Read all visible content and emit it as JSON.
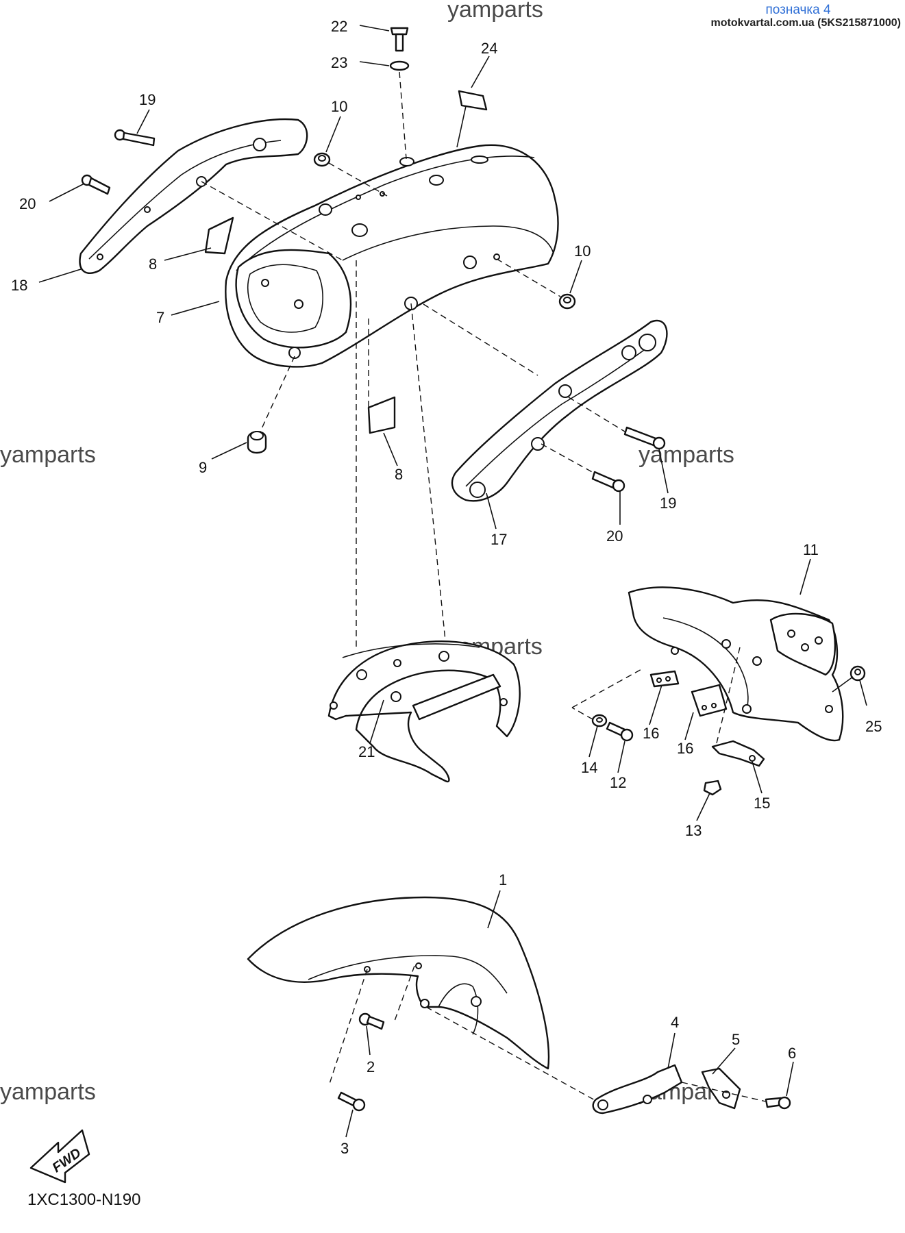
{
  "header": {
    "title": "позначка 4",
    "source": "motokvartal.com.ua (5KS215871000)"
  },
  "watermark": "yamparts",
  "diagram_code": "1XC1300-N190",
  "fwd_label": "FWD",
  "callouts": {
    "c1": "1",
    "c2": "2",
    "c3": "3",
    "c4": "4",
    "c5": "5",
    "c6": "6",
    "c7": "7",
    "c8a": "8",
    "c8b": "8",
    "c9": "9",
    "c10a": "10",
    "c10b": "10",
    "c11": "11",
    "c12": "12",
    "c13": "13",
    "c14": "14",
    "c15": "15",
    "c16a": "16",
    "c16b": "16",
    "c17": "17",
    "c18": "18",
    "c19a": "19",
    "c19b": "19",
    "c20a": "20",
    "c20b": "20",
    "c21": "21",
    "c22": "22",
    "c23": "23",
    "c24": "24",
    "c25": "25"
  }
}
